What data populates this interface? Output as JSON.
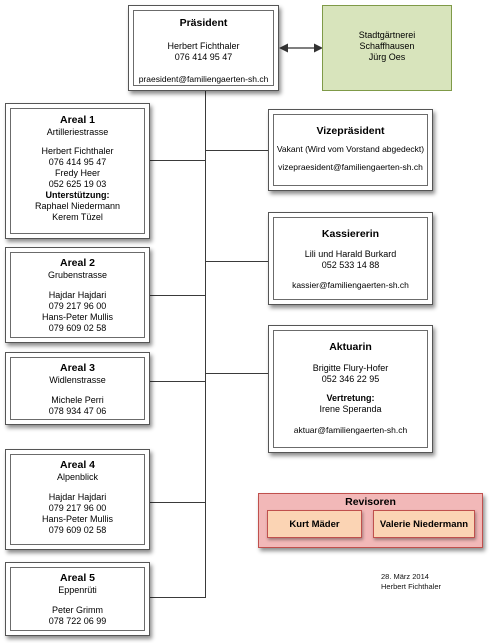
{
  "praesident": {
    "title": "Präsident",
    "name": "Herbert Fichthaler",
    "phone": "076 414 95 47",
    "email": "praesident@familiengaerten-sh.ch"
  },
  "stadtgaertnerei": {
    "line1": "Stadtgärtnerei",
    "line2": "Schaffhausen",
    "line3": "Jürg Oes"
  },
  "vize": {
    "title": "Vizepräsident",
    "status": "Vakant (Wird vom Vorstand abgedeckt)",
    "email": "vizepraesident@familiengaerten-sh.ch"
  },
  "kassier": {
    "title": "Kassiererin",
    "names": "Lili und Harald Burkard",
    "phone": "052 533 14 88",
    "email": "kassier@familiengaerten-sh.ch"
  },
  "aktuar": {
    "title": "Aktuarin",
    "name": "Brigitte Flury-Hofer",
    "phone": "052 346 22 95",
    "vertretung_label": "Vertretung:",
    "vertretung_name": "Irene Speranda",
    "email": "aktuar@familiengaerten-sh.ch"
  },
  "areal1": {
    "title": "Areal 1",
    "place": "Artilleriestrasse",
    "p1": "Herbert Fichthaler",
    "p1_phone": "076 414 95 47",
    "p2": "Fredy Heer",
    "p2_phone": "052 625 19 03",
    "support_label": "Unterstützung:",
    "support1": "Raphael Niedermann",
    "support2": "Kerem Tüzel"
  },
  "areal2": {
    "title": "Areal 2",
    "place": "Grubenstrasse",
    "p1": "Hajdar Hajdari",
    "p1_phone": "079 217 96 00",
    "p2": "Hans-Peter Mullis",
    "p2_phone": "079 609 02 58"
  },
  "areal3": {
    "title": "Areal 3",
    "place": "Widlenstrasse",
    "p1": "Michele Perri",
    "p1_phone": "078 934 47 06"
  },
  "areal4": {
    "title": "Areal 4",
    "place": "Alpenblick",
    "p1": "Hajdar Hajdari",
    "p1_phone": "079 217 96 00",
    "p2": "Hans-Peter Mullis",
    "p2_phone": "079 609 02 58"
  },
  "areal5": {
    "title": "Areal 5",
    "place": "Eppenrüti",
    "p1": "Peter Grimm",
    "p1_phone": "078 722 06 99"
  },
  "revisoren": {
    "title": "Revisoren",
    "r1": "Kurt Mäder",
    "r2": "Valerie Niedermann"
  },
  "footer": {
    "date": "28. März 2014",
    "author": "Herbert Fichthaler"
  },
  "colors": {
    "stadt_bg": "#d8e4bc",
    "stadt_border": "#7f9a48",
    "revisoren_bg": "#f2b8b8",
    "revisoren_border": "#c0504d",
    "revisor_item_bg": "#fbd4b4"
  }
}
